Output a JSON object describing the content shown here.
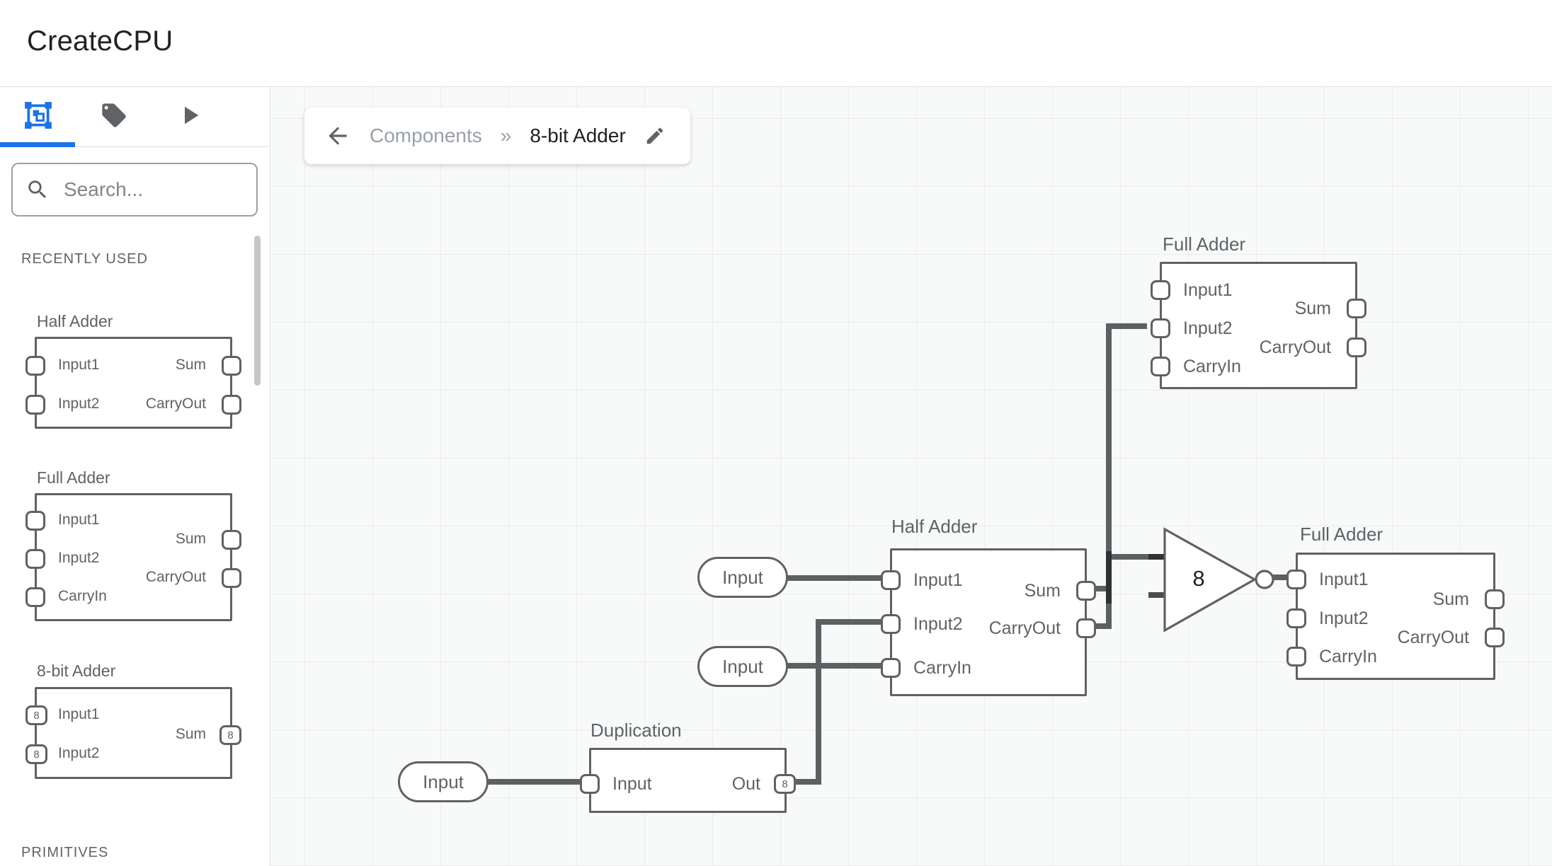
{
  "app": {
    "title": "CreateCPU"
  },
  "sidebar": {
    "search_placeholder": "Search...",
    "sections": {
      "recent": "RECENTLY USED",
      "primitives": "PRIMITIVES"
    },
    "components": [
      {
        "title": "Half Adder",
        "inputs": [
          {
            "label": "Input1"
          },
          {
            "label": "Input2"
          }
        ],
        "outputs": [
          {
            "label": "Sum"
          },
          {
            "label": "CarryOut"
          }
        ]
      },
      {
        "title": "Full Adder",
        "inputs": [
          {
            "label": "Input1"
          },
          {
            "label": "Input2"
          },
          {
            "label": "CarryIn"
          }
        ],
        "outputs": [
          {
            "label": "Sum"
          },
          {
            "label": "CarryOut"
          }
        ]
      },
      {
        "title": "8-bit Adder",
        "inputs": [
          {
            "label": "Input1",
            "bits": "8"
          },
          {
            "label": "Input2",
            "bits": "8"
          }
        ],
        "outputs": [
          {
            "label": "Sum",
            "bits": "8"
          }
        ]
      }
    ]
  },
  "breadcrumb": {
    "parent": "Components",
    "separator": "»",
    "current": "8-bit Adder"
  },
  "canvas": {
    "nodes": [
      {
        "id": "fa_top",
        "title": "Full Adder",
        "inputs": [
          {
            "label": "Input1"
          },
          {
            "label": "Input2"
          },
          {
            "label": "CarryIn"
          }
        ],
        "outputs": [
          {
            "label": "Sum"
          },
          {
            "label": "CarryOut"
          }
        ]
      },
      {
        "id": "ha_mid",
        "title": "Half Adder",
        "inputs": [
          {
            "label": "Input1"
          },
          {
            "label": "Input2"
          },
          {
            "label": "CarryIn"
          }
        ],
        "outputs": [
          {
            "label": "Sum"
          },
          {
            "label": "CarryOut"
          }
        ]
      },
      {
        "id": "fa_right",
        "title": "Full Adder",
        "inputs": [
          {
            "label": "Input1"
          },
          {
            "label": "Input2"
          },
          {
            "label": "CarryIn"
          }
        ],
        "outputs": [
          {
            "label": "Sum"
          },
          {
            "label": "CarryOut"
          }
        ]
      },
      {
        "id": "dup",
        "title": "Duplication",
        "inputs": [
          {
            "label": "Input"
          }
        ],
        "outputs": [
          {
            "label": "Out",
            "bits": "8"
          }
        ]
      }
    ],
    "input_pills": [
      {
        "label": "Input"
      },
      {
        "label": "Input"
      },
      {
        "label": "Input"
      }
    ],
    "gate": {
      "label": "8"
    }
  },
  "colors": {
    "accent": "#1a73e8",
    "wire": "#5d6063",
    "component_stroke": "#616161",
    "text_primary": "#202124",
    "text_secondary": "#5f6368"
  }
}
